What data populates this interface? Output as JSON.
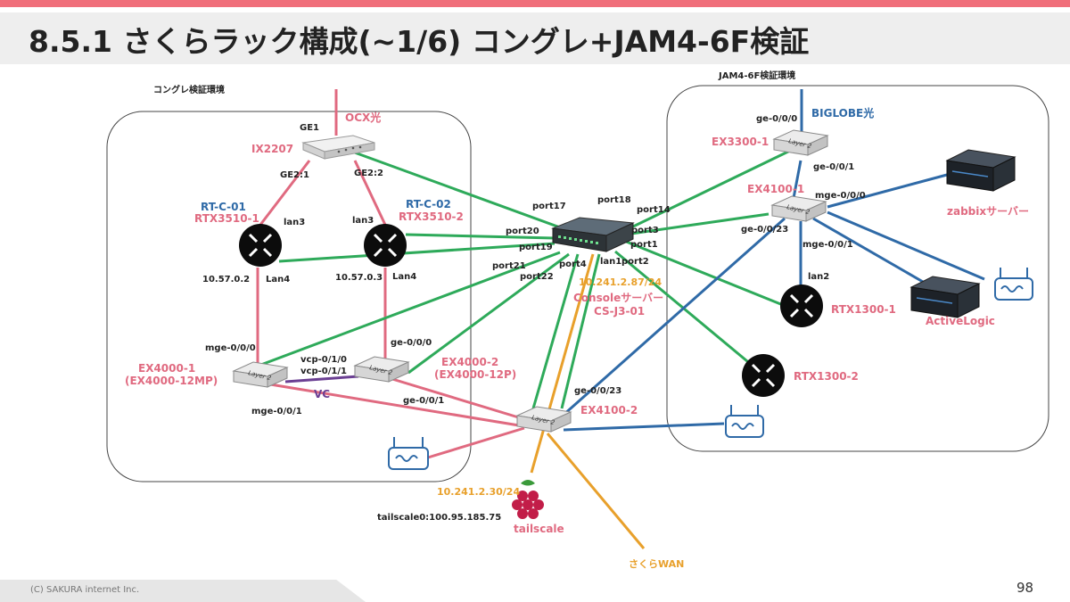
{
  "slide": {
    "title": "8.5.1 さくらラック構成(~1/6) コングレ+JAM4-6F検証",
    "copyright": "(C) SAKURA internet Inc.",
    "page": "98"
  },
  "areas": {
    "left": "コングレ検証環境",
    "right": "JAM4-6F検証環境"
  },
  "devices": {
    "ix": {
      "name": "IX2207",
      "port_ge1": "GE1",
      "port_ge21": "GE2:1",
      "port_ge22": "GE2:2"
    },
    "ocx": "OCX光",
    "rtc01": {
      "name": "RT-C-01",
      "model": "RTX3510-1",
      "lan3": "lan3",
      "lan4": "Lan4",
      "ip": "10.57.0.2"
    },
    "rtc02": {
      "name": "RT-C-02",
      "model": "RTX3510-2",
      "lan3": "lan3",
      "lan4": "Lan4",
      "ip": "10.57.0.3"
    },
    "ex4000_1": {
      "name": "EX4000-1",
      "model": "(EX4000-12MP)",
      "mge000": "mge-0/0/0",
      "mge001": "mge-0/0/1"
    },
    "ex4000_2": {
      "name": "EX4000-2",
      "model": "(EX4000-12P)",
      "ge000": "ge-0/0/0",
      "ge001": "ge-0/0/1"
    },
    "vc": {
      "label": "VC",
      "vcp0": "vcp-0/1/0",
      "vcp1": "vcp-0/1/1"
    },
    "console": {
      "ports": [
        "port17",
        "port18",
        "port14",
        "port20",
        "port19",
        "port3",
        "port1",
        "port21",
        "port22",
        "port4",
        "lan1",
        "port2"
      ],
      "ip": "10.241.2.87/24",
      "name": "Consoleサーバー",
      "model": "CS-J3-01"
    },
    "ex4100_2": {
      "name": "EX4100-2",
      "ge023": "ge-0/0/23"
    },
    "rpi": {
      "ip": "10.241.2.30/24",
      "tailscale_ip": "tailscale0:100.95.185.75",
      "name": "tailscale"
    },
    "wan": "さくらWAN",
    "ex3300": {
      "name": "EX3300-1",
      "ge000": "ge-0/0/0",
      "ge001": "ge-0/0/1"
    },
    "biglobe": "BIGLOBE光",
    "ex4100_1": {
      "name": "EX4100-1",
      "mge000": "mge-0/0/0",
      "mge001": "mge-0/0/1",
      "ge023": "ge-0/0/23"
    },
    "zabbix": "zabbixサーバー",
    "activelogic": "ActiveLogic",
    "rtx1300_1": {
      "name": "RTX1300-1",
      "lan2": "lan2"
    },
    "rtx1300_2": "RTX1300-2",
    "switch_badge": "Layer 2"
  },
  "colors": {
    "pink": "#e06a80",
    "blue": "#2f6aa7",
    "green": "#2eaa5a",
    "orange": "#e8a02b",
    "purple": "#6b3f93"
  }
}
